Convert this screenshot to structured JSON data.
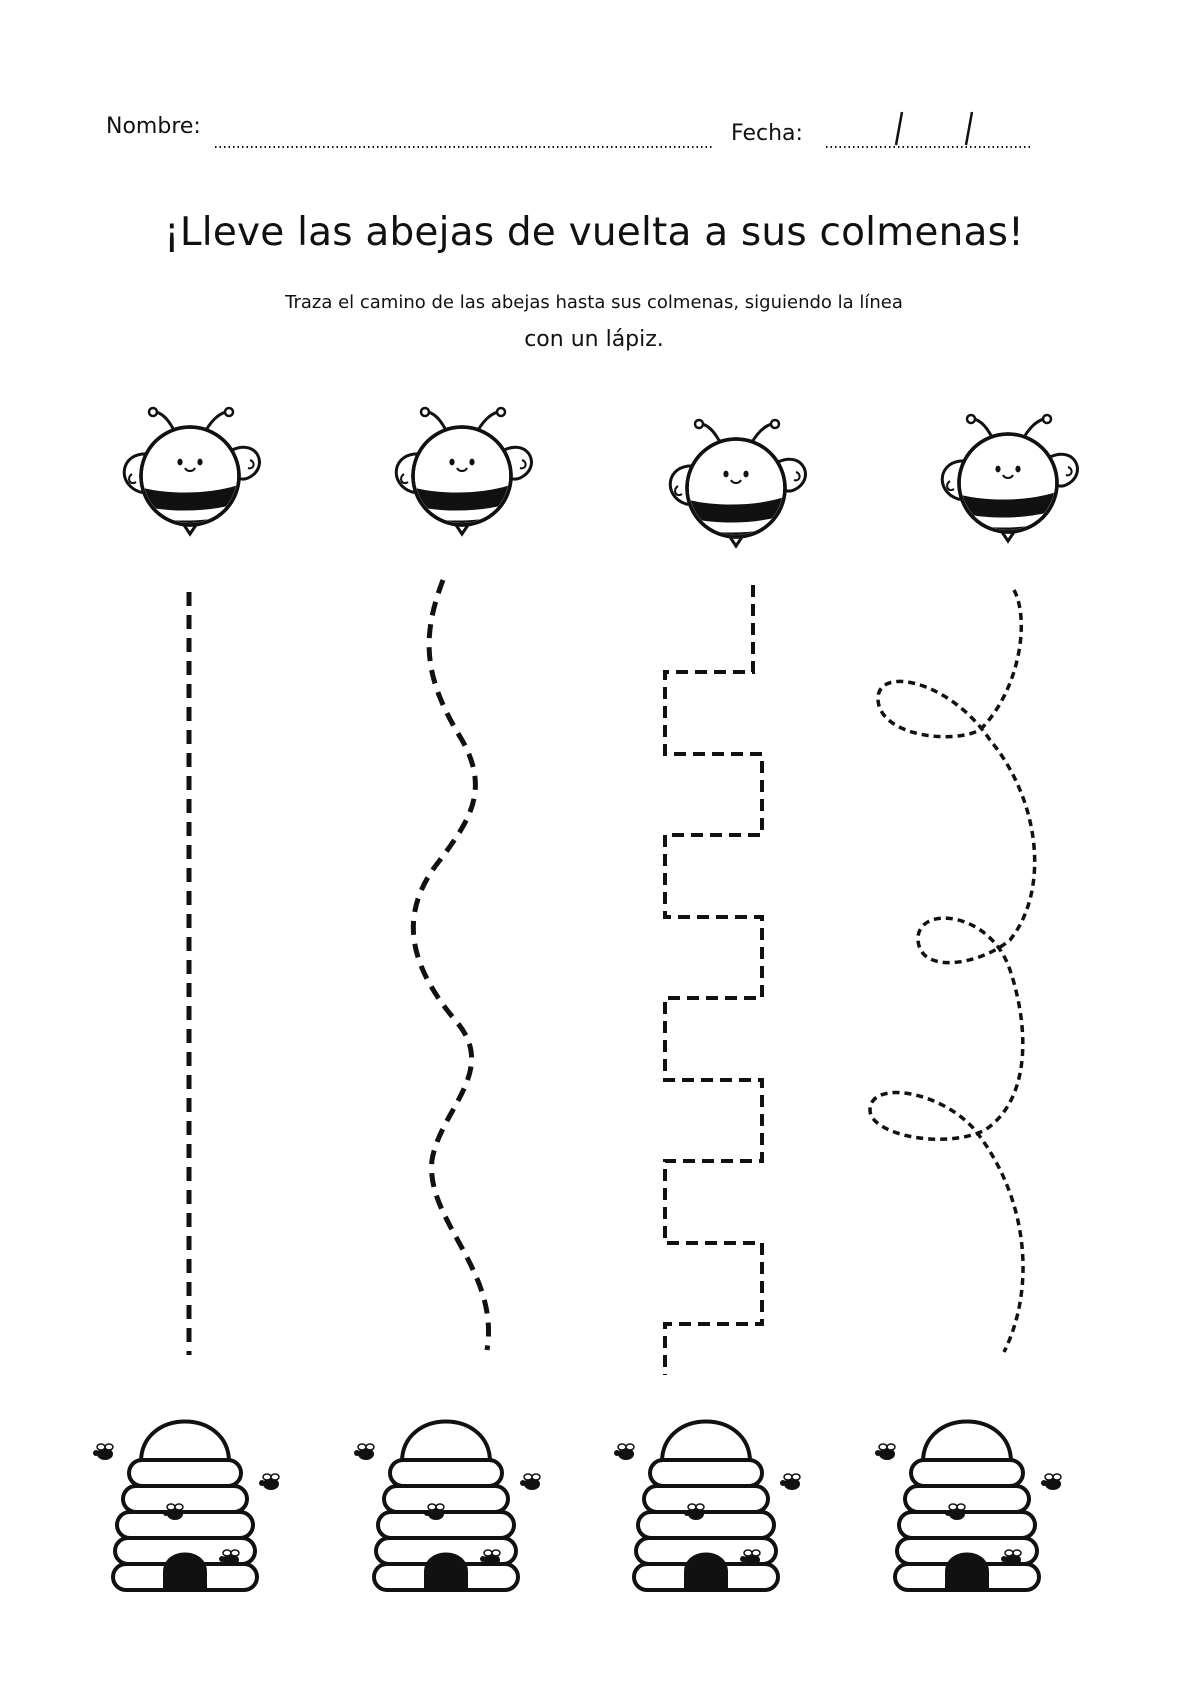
{
  "header": {
    "name_label": "Nombre:",
    "date_label": "Fecha:"
  },
  "title": "¡Lleve las abejas de vuelta a sus colmenas!",
  "instructions": {
    "line1": "Traza el camino de las abejas hasta sus colmenas, siguiendo la línea",
    "line2": "con un lápiz."
  },
  "columns": [
    {
      "path_style": "straight"
    },
    {
      "path_style": "wave"
    },
    {
      "path_style": "square-zigzag"
    },
    {
      "path_style": "loops"
    }
  ],
  "colors": {
    "ink": "#111111",
    "paper": "#ffffff"
  }
}
